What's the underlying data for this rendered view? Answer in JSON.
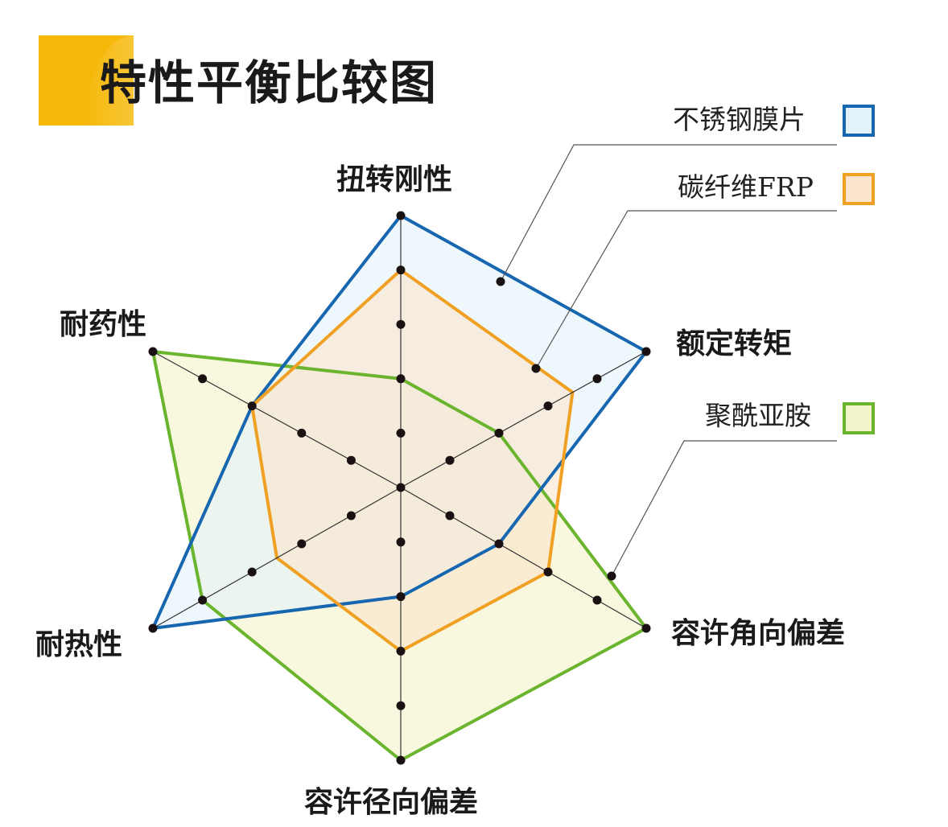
{
  "title": "特性平衡比较图",
  "colors": {
    "title_block": "#f6b90b",
    "stainless": "#1766b0",
    "stainless_fill": "#e3f2fa",
    "carbon": "#f0a023",
    "carbon_fill": "#fbe5cc",
    "polyimide": "#6ab42e",
    "polyimide_fill": "#f1f3c8"
  },
  "axes": [
    {
      "label": "扭转刚性"
    },
    {
      "label": "额定转矩"
    },
    {
      "label": "容许角向偏差"
    },
    {
      "label": "容许径向偏差"
    },
    {
      "label": "耐热性"
    },
    {
      "label": "耐药性"
    }
  ],
  "legend": [
    {
      "label": "不锈钢膜片",
      "color": "#1766b0",
      "fill": "#e3f2fa"
    },
    {
      "label": "碳纤维FRP",
      "color": "#f0a023",
      "fill": "#fbe5cc"
    },
    {
      "label": "聚酰亚胺",
      "color": "#6ab42e",
      "fill": "#f1f3c8"
    }
  ],
  "chart_data": {
    "type": "radar",
    "title": "特性平衡比较图",
    "categories": [
      "扭转刚性",
      "额定转矩",
      "容许角向偏差",
      "容许径向偏差",
      "耐热性",
      "耐药性"
    ],
    "scale": [
      0,
      5
    ],
    "ticks_per_axis": 5,
    "series": [
      {
        "name": "不锈钢膜片",
        "values": [
          5,
          5,
          2,
          2,
          5,
          3
        ]
      },
      {
        "name": "碳纤维FRP",
        "values": [
          4,
          3.5,
          3,
          3,
          2.5,
          3
        ]
      },
      {
        "name": "聚酰亚胺",
        "values": [
          2,
          2,
          5,
          5,
          4,
          5
        ]
      }
    ],
    "legend_position": "right",
    "grid": "axis spokes with tick dots"
  }
}
